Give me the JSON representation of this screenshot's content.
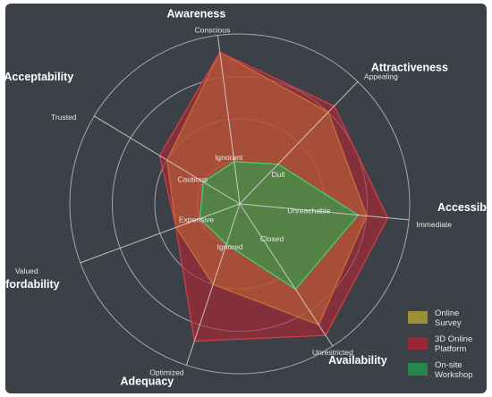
{
  "colors": {
    "background": "#3c4047",
    "grid": "#bfc3c8",
    "spoke": "#d8d8d8"
  },
  "chart_data": {
    "type": "radar",
    "rlim": [
      0,
      4
    ],
    "grid_levels": [
      1,
      2,
      3,
      4
    ],
    "grid": true,
    "legend_position": "bottom-right",
    "axes": [
      {
        "name": "Awareness",
        "low_label": "Ignorant",
        "high_label": "Conscious"
      },
      {
        "name": "Attractiveness",
        "low_label": "Dull",
        "high_label": "Appealing"
      },
      {
        "name": "Accessibility",
        "low_label": "Unreachable",
        "high_label": "Immediate"
      },
      {
        "name": "Availability",
        "low_label": "Closed",
        "high_label": "Unrestricted"
      },
      {
        "name": "Adequacy",
        "low_label": "Ignored",
        "high_label": "Optimized"
      },
      {
        "name": "Affordability",
        "low_label": "Expensive",
        "high_label": "Valued"
      },
      {
        "name": "Acceptability",
        "low_label": "Cautious",
        "high_label": "Trusted"
      }
    ],
    "series": [
      {
        "name": "Online Survey",
        "color": "#b3a23c",
        "fill": "#d4c03e",
        "stroke": "#f1da4a",
        "values": [
          3.6,
          3.0,
          3.0,
          3.4,
          2.0,
          1.6,
          2.0
        ]
      },
      {
        "name": "3D Online Platform",
        "color": "#a52632",
        "fill": "#b02734",
        "stroke": "#d23d48",
        "values": [
          3.6,
          3.2,
          3.5,
          3.7,
          3.4,
          1.6,
          2.2
        ]
      },
      {
        "name": "On-site Workshop",
        "color": "#1f8f4a",
        "fill": "#22a24f",
        "stroke": "#3fcf72",
        "values": [
          1.0,
          1.3,
          2.8,
          2.4,
          1.0,
          1.0,
          1.0
        ]
      }
    ],
    "legend": [
      {
        "label_line1": "Online",
        "label_line2": "Survey",
        "color": "#9c8f36"
      },
      {
        "label_line1": "3D Online",
        "label_line2": "Platform",
        "color": "#9a2832"
      },
      {
        "label_line1": "On-site",
        "label_line2": "Workshop",
        "color": "#25874a"
      }
    ]
  }
}
